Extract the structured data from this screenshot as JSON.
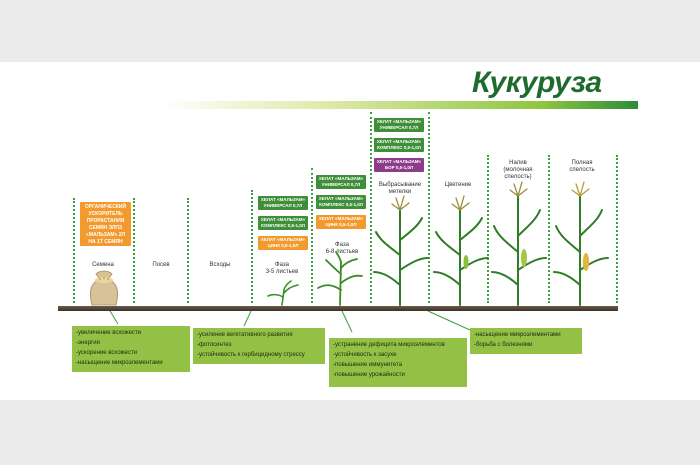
{
  "title": "Кукуруза",
  "stages": [
    {
      "id": "seeds",
      "label": "Семена"
    },
    {
      "id": "sowing",
      "label": "Посев"
    },
    {
      "id": "shoots",
      "label": "Всходы"
    },
    {
      "id": "phase35",
      "label": "Фаза\n3-5 листьев"
    },
    {
      "id": "phase68",
      "label": "Фаза\n6-8 листьев"
    },
    {
      "id": "tassel",
      "label": "Выбрасывание\nметелки"
    },
    {
      "id": "bloom",
      "label": "Цветение"
    },
    {
      "id": "milk",
      "label": "Налив\n(молочная\nспелость)"
    },
    {
      "id": "full",
      "label": "Полная\nспелость"
    }
  ],
  "badges": {
    "seeds": [
      {
        "text": "ОРГАНИЧЕСКИЙ УСКОРИТЕЛЬ ПРОРАСТАНИЯ СЕМЯН ЭЛПЗ «МАЛЬЗАМ» 2Л НА 1Т СЕМЯН",
        "color": "orange"
      }
    ],
    "phase35": [
      {
        "text": "ХЕЛАТ «МАЛЬЗАМ» УНИВЕРСАЛ 0,7Л",
        "color": "green"
      },
      {
        "text": "ХЕЛАТ «МАЛЬЗАМ» КОМПЛЕКС 0,5-1,0Л",
        "color": "green"
      },
      {
        "text": "ХЕЛАТ «МАЛЬЗАМ» ЦИНК 0,5-1,0Л",
        "color": "orange"
      }
    ],
    "phase68": [
      {
        "text": "ХЕЛАТ «МАЛЬЗАМ» УНИВЕРСАЛ 0,7Л",
        "color": "green"
      },
      {
        "text": "ХЕЛАТ «МАЛЬЗАМ» КОМПЛЕКС 0,5-1,0Л",
        "color": "green"
      },
      {
        "text": "ХЕЛАТ «МАЛЬЗАМ» ЦИНК 0,5-1,0Л",
        "color": "orange"
      }
    ],
    "tassel": [
      {
        "text": "ХЕЛАТ «МАЛЬЗАМ» УНИВЕРСАЛ 0,7Л",
        "color": "green"
      },
      {
        "text": "ХЕЛАТ «МАЛЬЗАМ» КОМПЛЕКС 0,5-1,0Л",
        "color": "green"
      },
      {
        "text": "ХЕЛАТ «МАЛЬЗАМ» БОР 0,5-1,0Л",
        "color": "purple"
      }
    ]
  },
  "benefits": {
    "box1": [
      "-увеличение всхожести",
      "-энергия",
      "-ускорение всхожести",
      "-насыщение  микроэлементами"
    ],
    "box2": [
      "-усиление вегетативного развития",
      "-фотосинтез",
      "-устойчивость к гербицидному стрессу"
    ],
    "box3": [
      "-устранение дефицита микроэлементов",
      "-устойчивость к засухе",
      "-повышение иммунитета",
      "-повышение урожайности"
    ],
    "box4": [
      "-насыщение микроэлементами",
      "-борьба с болезнями"
    ]
  },
  "colors": {
    "green": "#3f8f3a",
    "orange": "#f29a2e",
    "purple": "#8e3b8a",
    "benefit": "#93c146",
    "title": "#1f6b2e"
  }
}
